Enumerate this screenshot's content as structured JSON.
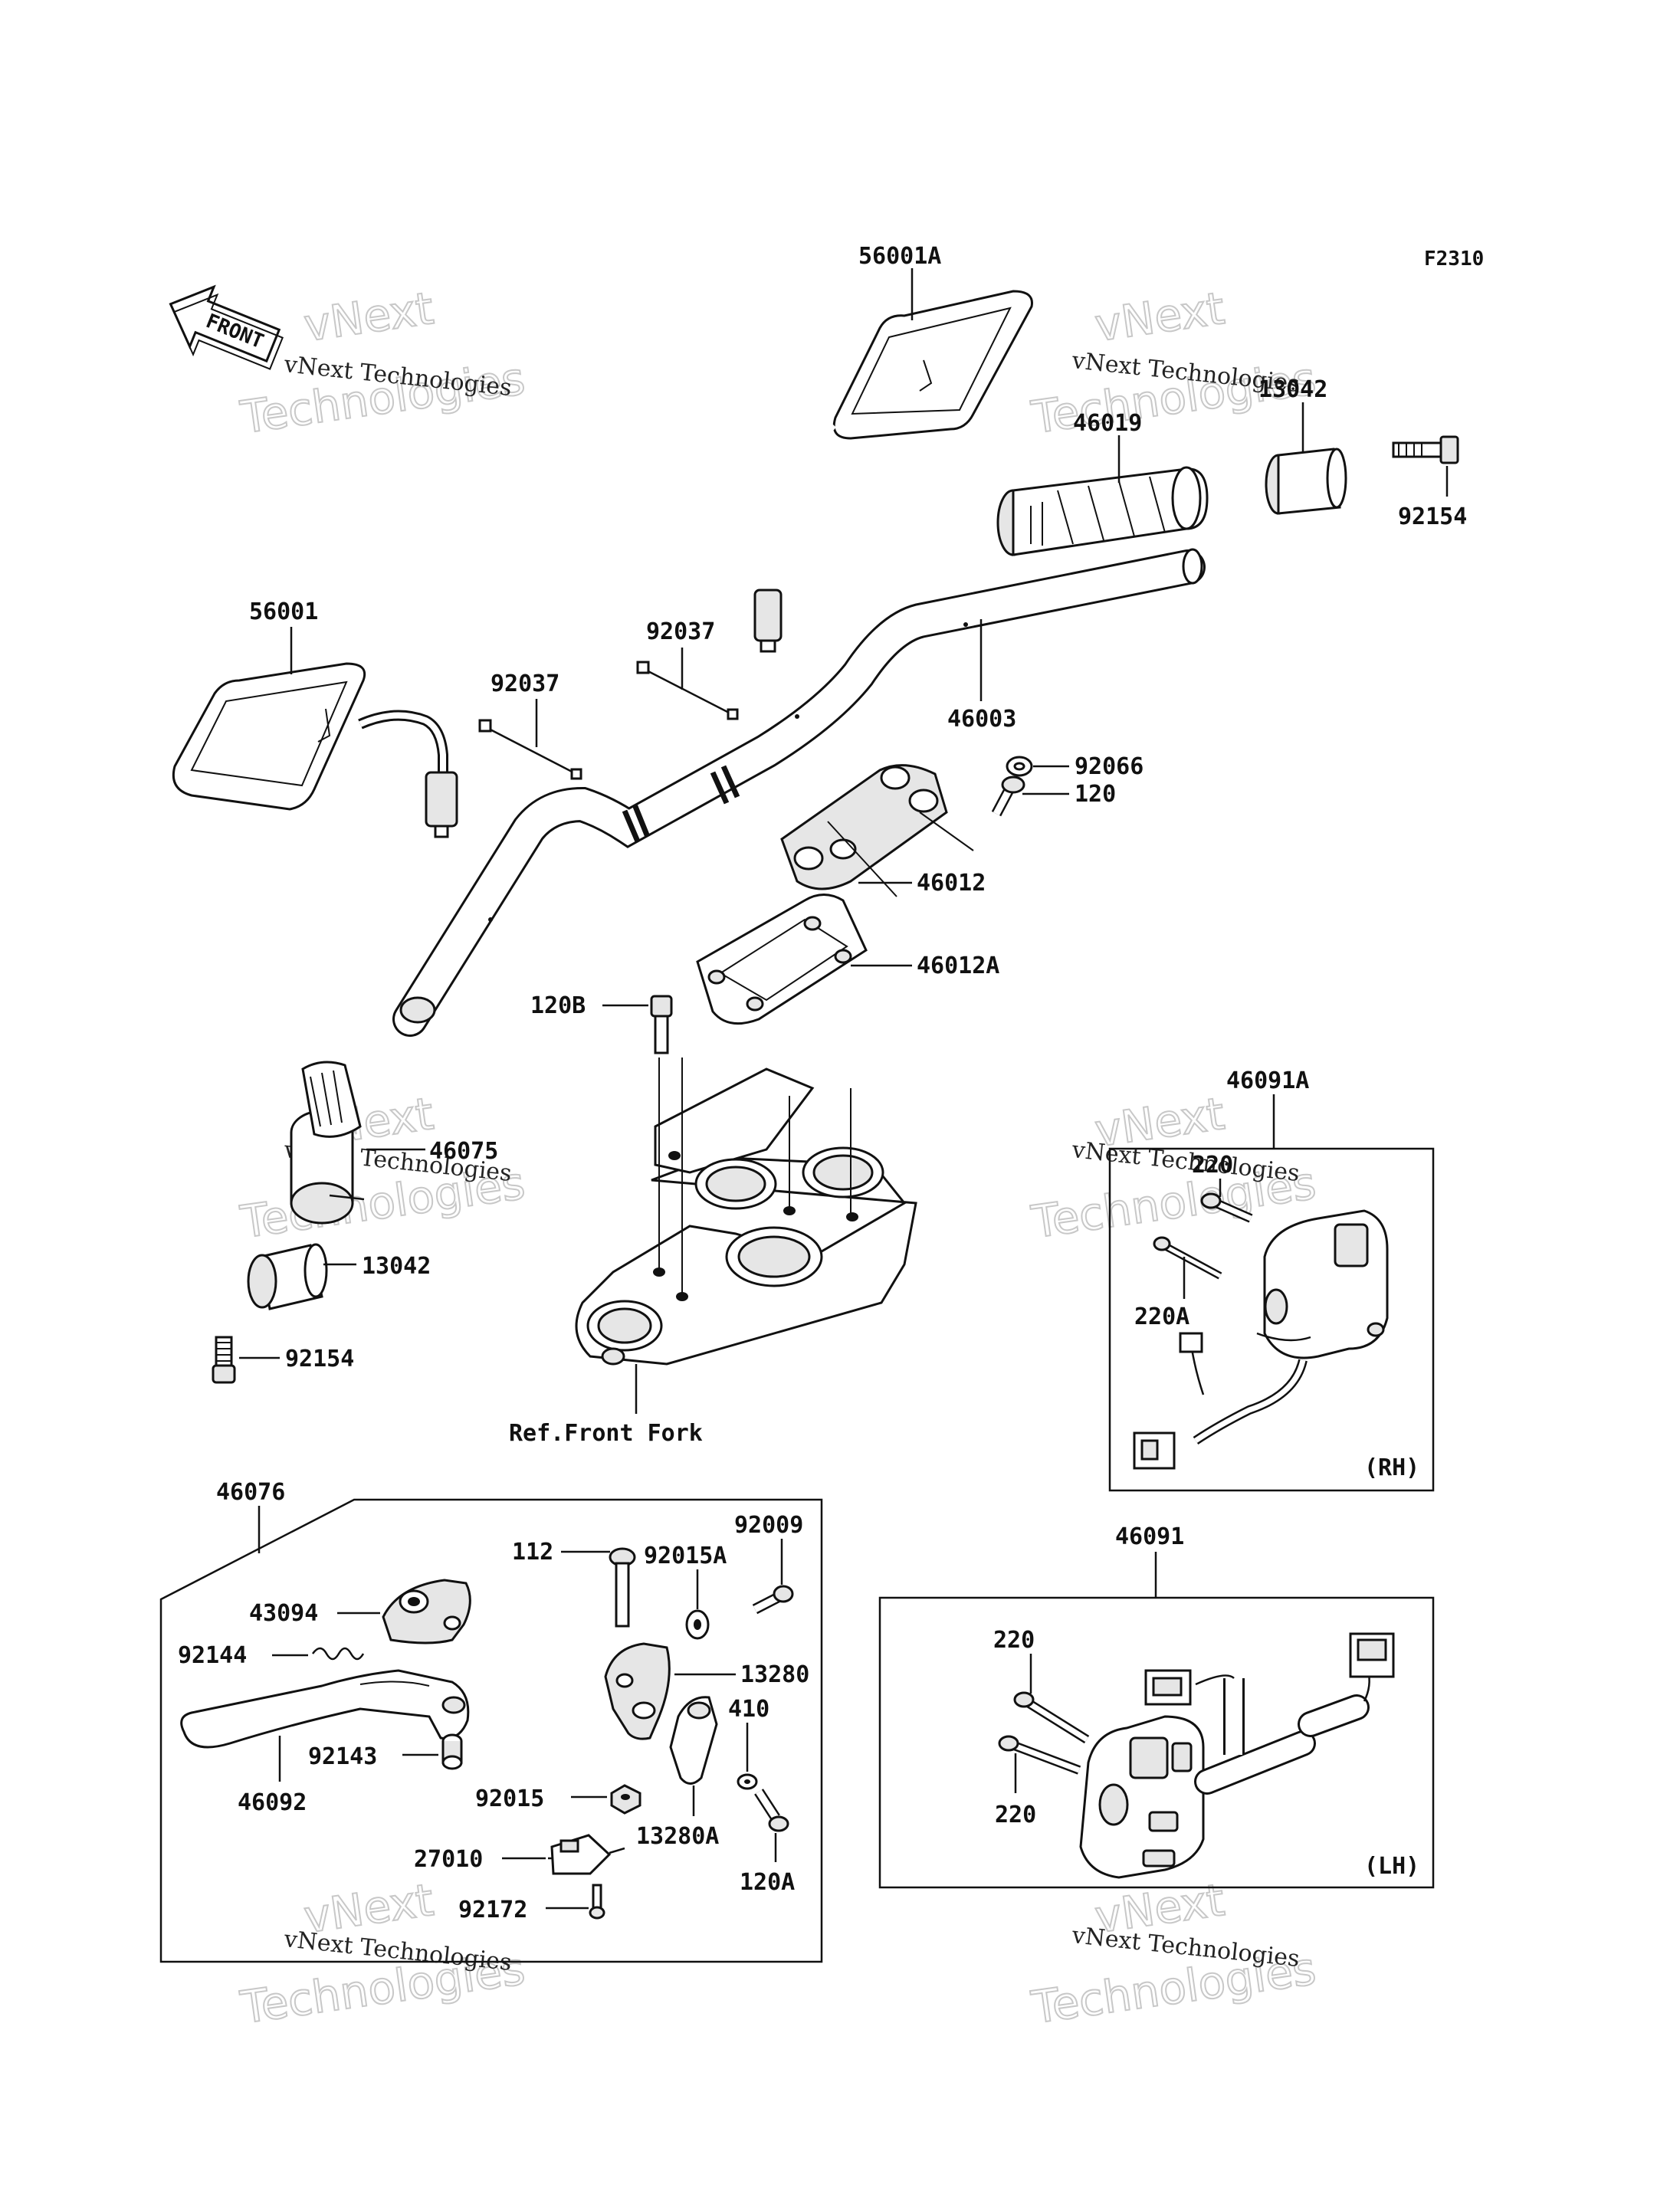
{
  "figure_code": "F2310",
  "front_marker": "FRONT",
  "watermark": {
    "text": "vNext Technologies",
    "big_line1": "vNext",
    "big_line2": "Technologies"
  },
  "parts": {
    "p56001A": "56001A",
    "p56001": "56001",
    "p46019": "46019",
    "p13042_top": "13042",
    "p92154_top": "92154",
    "p92037_a": "92037",
    "p92037_b": "92037",
    "p46003": "46003",
    "p92066": "92066",
    "p120": "120",
    "p46012": "46012",
    "p46012A": "46012A",
    "p120B": "120B",
    "p46075": "46075",
    "p13042_bottom": "13042",
    "p92154_bottom": "92154",
    "ref_front_fork": "Ref.Front Fork",
    "p46091A": "46091A",
    "p220_rh": "220",
    "p220A": "220A",
    "rh": "(RH)",
    "p46076": "46076",
    "p112": "112",
    "p92015A": "92015A",
    "p92009": "92009",
    "p43094": "43094",
    "p13280": "13280",
    "p92144": "92144",
    "p410": "410",
    "p92143": "92143",
    "p46092": "46092",
    "p92015": "92015",
    "p13280A": "13280A",
    "p120A": "120A",
    "p27010": "27010",
    "p92172": "92172",
    "p46091": "46091",
    "p220_lh_a": "220",
    "p220_lh_b": "220",
    "lh": "(LH)"
  }
}
